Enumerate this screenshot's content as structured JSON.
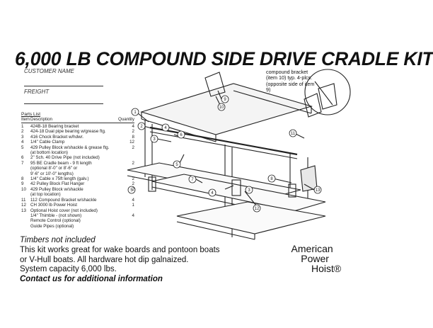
{
  "title": "6,000 LB COMPOUND SIDE DRIVE CRADLE KIT",
  "customer_label": "CUSTOMER NAME",
  "freight_label": "FREIGHT",
  "parts_list": {
    "title": "Parts List",
    "col_item": "Item",
    "col_desc": "Description",
    "col_qty": "Quantity",
    "rows": [
      {
        "item": "1",
        "desc": "424B-18 Bearing bracket",
        "qty": "4"
      },
      {
        "item": "2",
        "desc": "424-18 Dual pipe bearing w/grease ftg.",
        "qty": "2"
      },
      {
        "item": "3",
        "desc": "416 Chock Bracket w/hdwr.",
        "qty": "8"
      },
      {
        "item": "4",
        "desc": "1/4\" Cable Clamp",
        "qty": "12"
      },
      {
        "item": "5",
        "desc": "429 Pulley Block w/shackle & grease ftg.",
        "qty": "2"
      },
      {
        "item": "",
        "desc": "(at bottom location)",
        "qty": ""
      },
      {
        "item": "6",
        "desc": "2\" Sch. 40 Drive Pipe (not included)",
        "qty": ""
      },
      {
        "item": "7",
        "desc": "95 BE Cradle beam - 9 ft length",
        "qty": "2"
      },
      {
        "item": "",
        "desc": "(optional 8'-0\" or 8'-6\" or",
        "qty": ""
      },
      {
        "item": "",
        "desc": "9'-6\" or 10'-0\" lengths)",
        "qty": ""
      },
      {
        "item": "8",
        "desc": "1/4\" Cable x 75ft length (galv.)",
        "qty": "2"
      },
      {
        "item": "9",
        "desc": "42 Pulley Block Flat Hanger",
        "qty": "2"
      },
      {
        "item": "10",
        "desc": "429 Pulley Block w/shackle",
        "qty": "2"
      },
      {
        "item": "",
        "desc": "(at top location)",
        "qty": ""
      },
      {
        "item": "11",
        "desc": "112 Compound Bracket w/shackle",
        "qty": "4"
      },
      {
        "item": "12",
        "desc": "CH 3000 lb Power Hoist",
        "qty": "1"
      },
      {
        "item": "13",
        "desc": "Optional Hoist cover (not included)",
        "qty": ""
      },
      {
        "item": "",
        "desc": "1/4\" Thimble - (not shown)",
        "qty": "4"
      },
      {
        "item": "",
        "desc": "Remote Control (optional)",
        "qty": ""
      },
      {
        "item": "",
        "desc": "Guide Pipes (optional)",
        "qty": ""
      }
    ]
  },
  "timbers_note": "Timbers not included",
  "description_lines": [
    "This kit works great for wake boards and pontoon boats",
    "or V-Hull boats.  All hardware hot dip galnaized.",
    "System capacity 6,000 lbs."
  ],
  "contact": "Contact us for additional information",
  "bracket_note": "compound bracket (item 10) typ. 4-plcs. (opposite side of item 9)",
  "logo": {
    "line1": "American",
    "line2": "Power",
    "line3": "Hoist®"
  },
  "callouts": [
    "1",
    "2",
    "3",
    "4",
    "5",
    "6",
    "7",
    "8",
    "9",
    "10",
    "11",
    "12",
    "13"
  ]
}
